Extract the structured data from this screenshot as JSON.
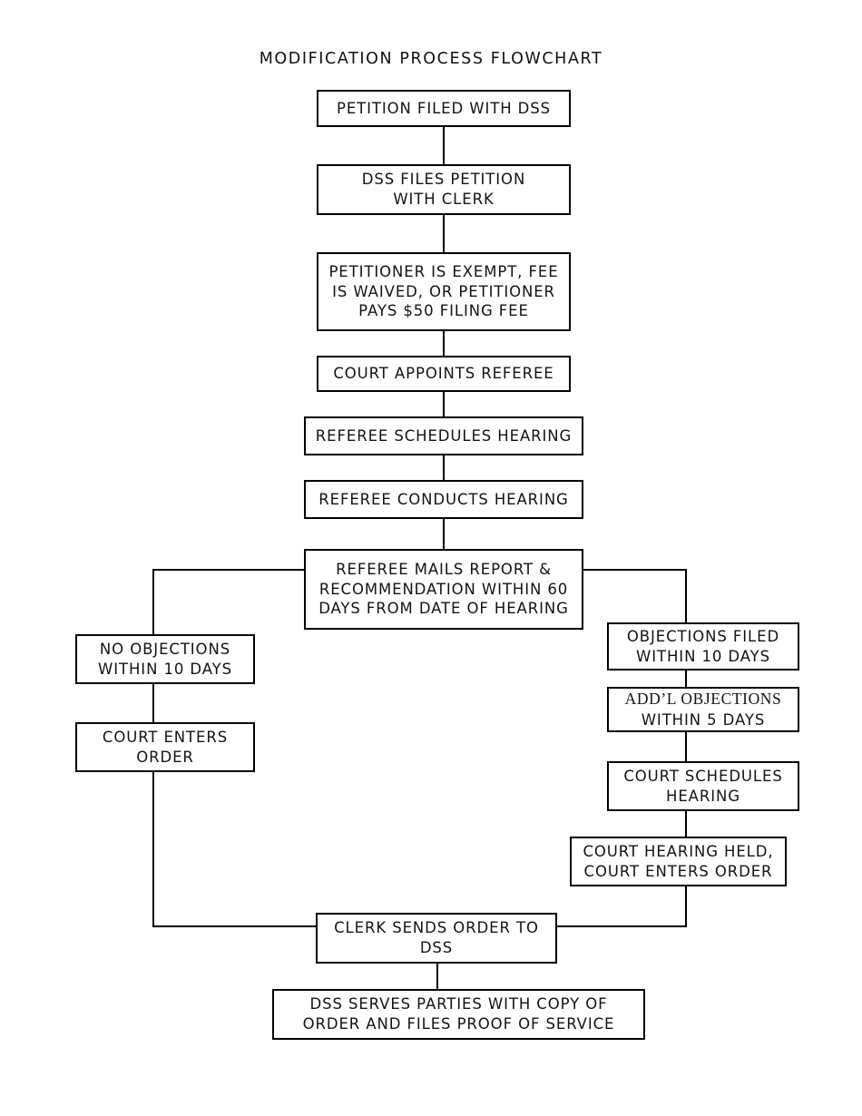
{
  "title": "MODIFICATION PROCESS FLOWCHART",
  "nodes": {
    "petition_filed": "PETITION FILED WITH DSS",
    "dss_files": "DSS FILES PETITION\nWITH CLERK",
    "fee": "PETITIONER IS EXEMPT, FEE\nIS WAIVED, OR PETITIONER\nPAYS $50 FILING FEE",
    "court_appoints": "COURT APPOINTS REFEREE",
    "referee_schedules": "REFEREE SCHEDULES HEARING",
    "referee_conducts": "REFEREE CONDUCTS HEARING",
    "referee_mails": "REFEREE MAILS REPORT &\nRECOMMENDATION WITHIN 60\nDAYS FROM DATE OF HEARING",
    "no_objections": "NO OBJECTIONS\nWITHIN 10 DAYS",
    "court_enters_order": "COURT ENTERS\nORDER",
    "objections_filed": "OBJECTIONS FILED\nWITHIN 10 DAYS",
    "addl_objections_line1": "ADD’L OBJECTIONS",
    "addl_objections_line2": "WITHIN 5 DAYS",
    "court_schedules": "COURT SCHEDULES\nHEARING",
    "court_hearing_held": "COURT HEARING HELD,\nCOURT ENTERS ORDER",
    "clerk_sends": "CLERK SENDS ORDER TO\nDSS",
    "dss_serves": "DSS SERVES PARTIES WITH COPY OF\nORDER AND FILES PROOF OF SERVICE"
  },
  "colors": {
    "stroke": "#000000",
    "fill": "#ffffff",
    "text": "#141414"
  }
}
